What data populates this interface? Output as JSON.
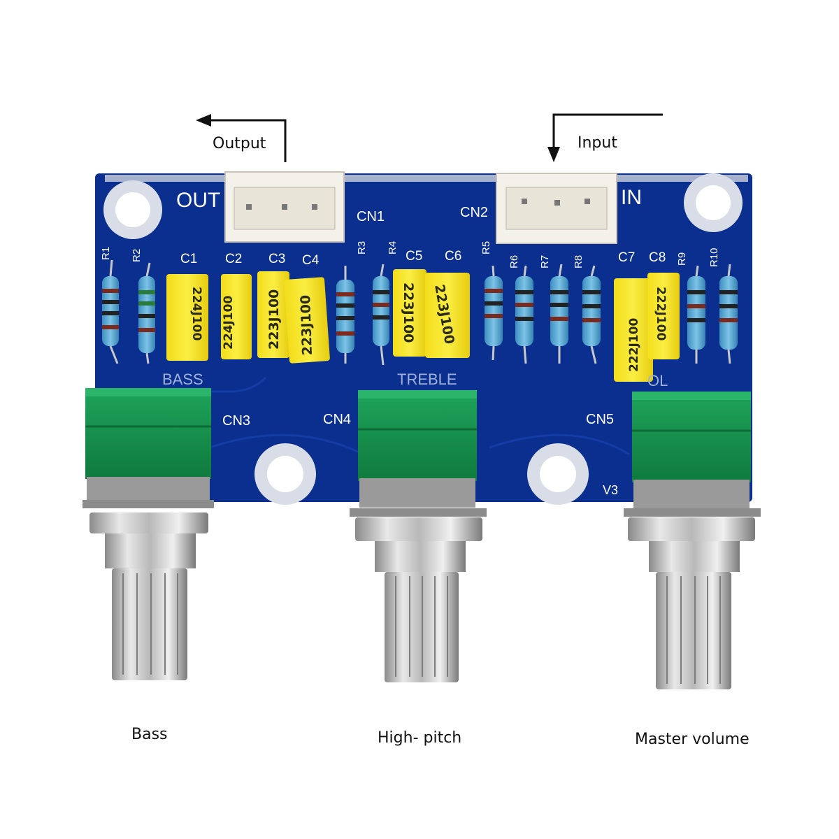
{
  "annotations": {
    "output": "Output",
    "input": "Input",
    "bass": "Bass",
    "high_pitch": "High- pitch",
    "master_volume": "Master volume"
  },
  "board": {
    "pcb_color": "#0a2f8f",
    "silkscreen": {
      "out": "OUT",
      "in": "IN",
      "cn1": "CN1",
      "cn2": "CN2",
      "cn3": "CN3",
      "cn4": "CN4",
      "cn5": "CN5",
      "v3": "V3",
      "bass": "BASS",
      "treble": "TREBLE",
      "vol": "OL",
      "r1": "R1",
      "r2": "R2",
      "r3": "R3",
      "r4": "R4",
      "r5": "R5",
      "r6": "R6",
      "r7": "R7",
      "r8": "R8",
      "r9": "R9",
      "r10": "R10",
      "c1": "C1",
      "c2": "C2",
      "c3": "C3",
      "c4": "C4",
      "c5": "C5",
      "c6": "C6",
      "c7": "C7",
      "c8": "C8"
    },
    "capacitor_marks": {
      "c1": "224J100",
      "c2": "224J100",
      "c3": "223J100",
      "c4": "223J100",
      "c5": "223J100",
      "c6": "223J100",
      "c7": "222J100",
      "c8": "222J100"
    }
  },
  "icons": [
    "arrow-left-icon",
    "arrow-down-icon"
  ]
}
